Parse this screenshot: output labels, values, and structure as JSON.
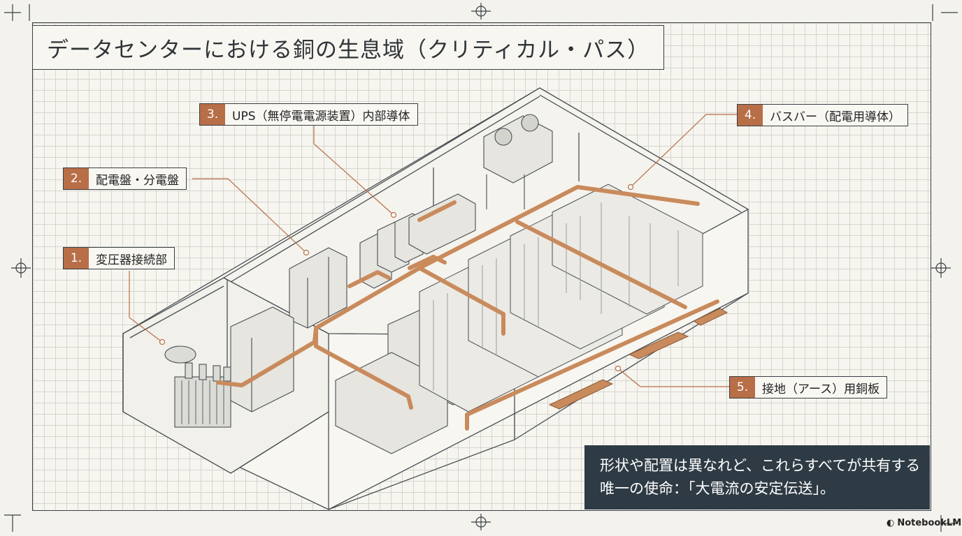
{
  "title": "データセンターにおける銅の生息域（クリティカル・パス）",
  "labels": [
    {
      "num": "1.",
      "text": "変圧器接続部"
    },
    {
      "num": "2.",
      "text": "配電盤・分電盤"
    },
    {
      "num": "3.",
      "text": "UPS（無停電電源装置）内部導体"
    },
    {
      "num": "4.",
      "text": "バスバー（配電用導体）"
    },
    {
      "num": "5.",
      "text": "接地（アース）用銅板"
    }
  ],
  "caption": {
    "line1": "形状や配置は異なれど、これらすべてが共有する",
    "line2": "唯一の使命：「大電流の安定伝送」。"
  },
  "brand": "NotebookLM",
  "colors": {
    "copper": "#c98a5c",
    "accent": "#b86e47",
    "line": "#3a3f44",
    "caption_bg": "#2e3b45"
  }
}
